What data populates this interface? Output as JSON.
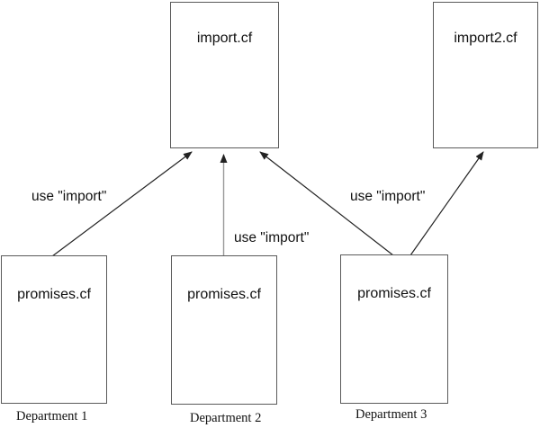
{
  "diagram": {
    "nodes": [
      {
        "id": "import",
        "label": "import.cf"
      },
      {
        "id": "import2",
        "label": "import2.cf"
      },
      {
        "id": "promises-dept1",
        "label": "promises.cf",
        "caption": "Department 1"
      },
      {
        "id": "promises-dept2",
        "label": "promises.cf",
        "caption": "Department 2"
      },
      {
        "id": "promises-dept3",
        "label": "promises.cf",
        "caption": "Department 3"
      }
    ],
    "edges": [
      {
        "from": "promises-dept1",
        "to": "import",
        "label": "use \"import\""
      },
      {
        "from": "promises-dept2",
        "to": "import",
        "label": "use \"import\""
      },
      {
        "from": "promises-dept3",
        "to": "import",
        "label": ""
      },
      {
        "from": "promises-dept3",
        "to": "import2",
        "label": "use \"import\""
      }
    ],
    "colors": {
      "background": "#ffffff",
      "box_border": "#5a5a5a",
      "arrow_dark": "#222222",
      "arrow_gray": "#999999",
      "text": "#111111"
    }
  }
}
